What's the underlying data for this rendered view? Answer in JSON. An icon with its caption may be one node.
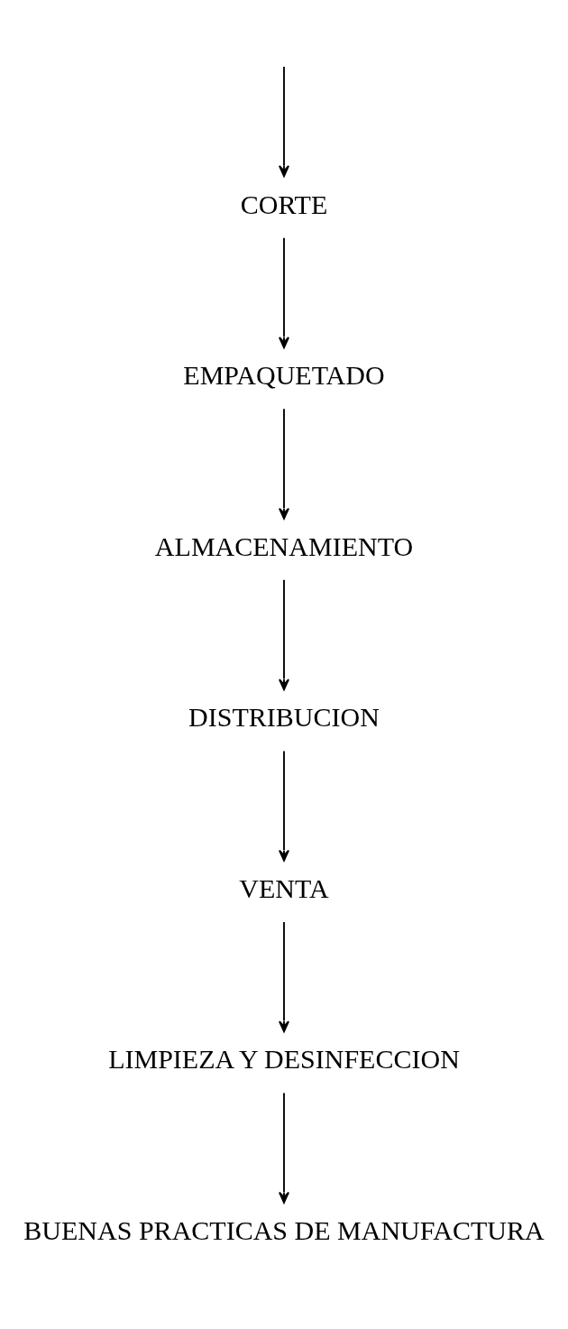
{
  "diagram": {
    "nodes": [
      {
        "text": [
          "CORTE"
        ]
      },
      {
        "text": [
          "EMPAQUETADO"
        ]
      },
      {
        "text": [
          "ALMACENAMIENTO"
        ]
      },
      {
        "text": [
          "DISTRIBUCION"
        ]
      },
      {
        "text": [
          "VENTA"
        ]
      },
      {
        "text": [
          "LIMPIEZA Y DESINFECCION"
        ]
      },
      {
        "text": [
          "BUENAS PRACTICAS DE MANUFACTURA"
        ]
      }
    ],
    "edges": [
      {
        "from": null,
        "to": 0,
        "arrow": "to"
      },
      {
        "from": 0,
        "to": 1,
        "arrow": "to"
      },
      {
        "from": 1,
        "to": 2,
        "arrow": "to"
      },
      {
        "from": 2,
        "to": 3,
        "arrow": "to"
      },
      {
        "from": 3,
        "to": 4,
        "arrow": "to"
      },
      {
        "from": 4,
        "to": 5,
        "arrow": "to"
      },
      {
        "from": 5,
        "to": 6,
        "arrow": "to"
      }
    ]
  }
}
